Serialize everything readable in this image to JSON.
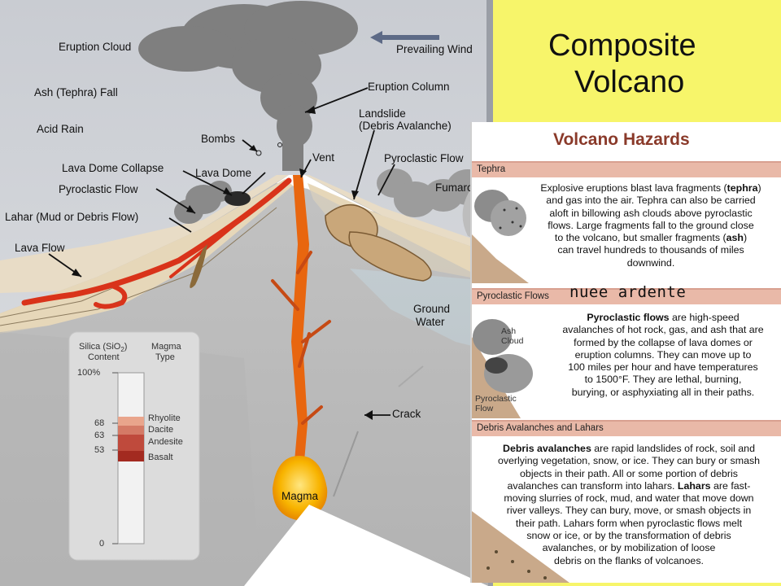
{
  "title": {
    "line1": "Composite",
    "line2": "Volcano"
  },
  "labels": {
    "eruption_cloud": "Eruption Cloud",
    "prevailing_wind": "Prevailing Wind",
    "ash_fall": "Ash (Tephra) Fall",
    "acid_rain": "Acid Rain",
    "eruption_column": "Eruption Column",
    "landslide_1": "Landslide",
    "landslide_2": "(Debris Avalanche)",
    "bombs": "Bombs",
    "vent": "Vent",
    "pyroclastic_flow_right": "Pyroclastic Flow",
    "lava_dome_collapse": "Lava Dome Collapse",
    "lava_dome": "Lava Dome",
    "pyroclastic_flow_left": "Pyroclastic Flow",
    "fumarole": "Fumaro",
    "lahar": "Lahar (Mud or Debris Flow)",
    "lava_flow": "Lava Flow",
    "ground_water_1": "Ground",
    "ground_water_2": "Water",
    "crack": "Crack",
    "magma": "Magma"
  },
  "silica_chart": {
    "header_silica_1": "Silica (SiO",
    "header_silica_sub": "2",
    "header_silica_2": ")",
    "header_content": "Content",
    "header_magma": "Magma",
    "header_type": "Type",
    "tick_100": "100%",
    "tick_68": "68",
    "tick_63": "63",
    "tick_53": "53",
    "tick_0": "0",
    "rhyolite": "Rhyolite",
    "dacite": "Dacite",
    "andesite": "Andesite",
    "basalt": "Basalt"
  },
  "hazards": {
    "title": "Volcano Hazards",
    "tephra": {
      "head": "Tephra",
      "l1a": "Explosive eruptions blast lava fragments (",
      "l1b": "tephra",
      "l1c": ")",
      "l2": "and gas into the air. Tephra can also be carried",
      "l3": "aloft in billowing ash clouds above pyroclastic",
      "l4": "flows. Large fragments fall to the ground close",
      "l5a": "to the volcano, but smaller fragments (",
      "l5b": "ash",
      "l5c": ")",
      "l6": "can travel hundreds to thousands of miles",
      "l7": "downwind."
    },
    "pyro": {
      "head": "Pyroclastic Flows",
      "l1a": "Pyroclastic flows",
      "l1b": " are high-speed",
      "l2": "avalanches of hot rock, gas, and ash that are",
      "l3": "formed by the collapse of lava domes or",
      "l4": "eruption columns. They can move up to",
      "l5": "100 miles per hour and have temperatures",
      "l6": "to 1500°F. They are lethal, burning,",
      "l7": "burying, or asphyxiating all in their paths.",
      "ash_cloud_1": "Ash",
      "ash_cloud_2": "Cloud",
      "pyro_flow_1": "Pyroclastic",
      "pyro_flow_2": "Flow"
    },
    "debris": {
      "head": "Debris Avalanches and Lahars",
      "l1a": "Debris avalanches",
      "l1b": " are rapid landslides of rock, soil and",
      "l2": "overlying vegetation, snow, or ice. They can bury or smash",
      "l3": "objects in their path. All or some portion of debris",
      "l4": "avalanches can transform into lahars. ",
      "l4b": "Lahars",
      "l4c": " are fast-",
      "l5": "moving slurries of rock, mud, and water that move down",
      "l6": "river valleys. They can bury, move, or smash objects in",
      "l7": "their path. Lahars form when pyroclastic flows melt",
      "l8": "snow or ice, or by the transformation of debris",
      "l9": "avalanches, or by mobilization of loose",
      "l10": "debris on the flanks of volcanoes."
    }
  },
  "annotation": "nuee ardente",
  "colors": {
    "background": "#f7f56a",
    "lava": "#d9331a",
    "magma": "#f5a000",
    "header_band": "#e9b9a8",
    "hazard_title": "#8a3a2a"
  }
}
